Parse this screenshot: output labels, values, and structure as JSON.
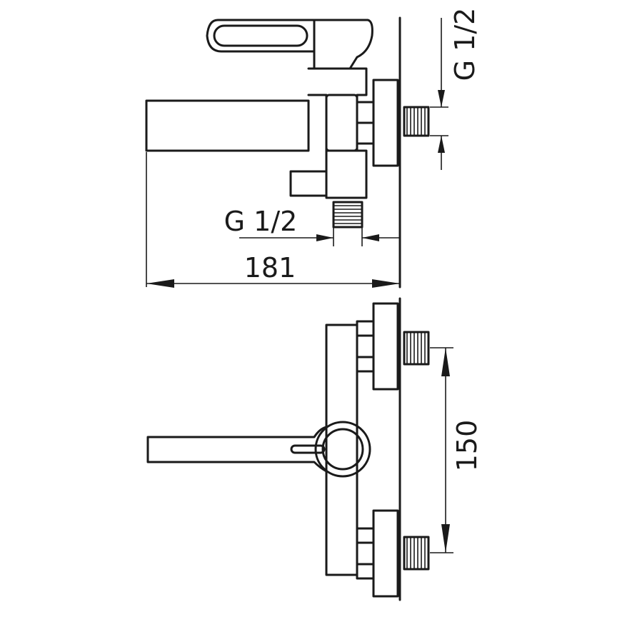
{
  "drawing": {
    "side_view": {
      "thread_label_right": "G 1/2",
      "thread_label_bottom": "G 1/2",
      "width_dimension": "181"
    },
    "front_view": {
      "centers_dimension": "150"
    }
  }
}
